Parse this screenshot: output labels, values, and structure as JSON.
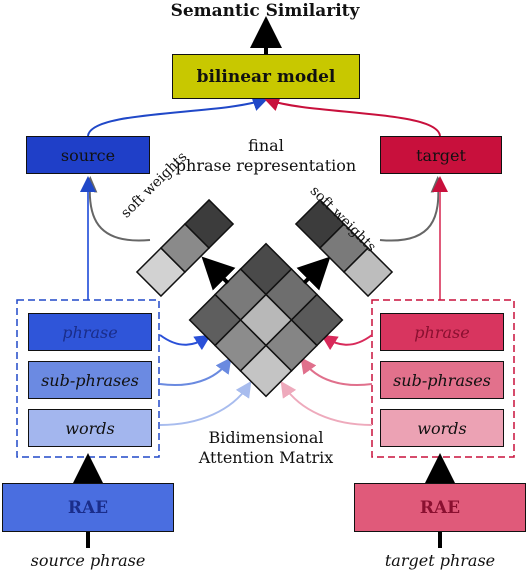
{
  "title": "Semantic Similarity",
  "bilinear": {
    "label": "bilinear model",
    "color": "#c8c800"
  },
  "source": {
    "label": "source",
    "color": "#1f3fc8"
  },
  "target": {
    "label": "target",
    "color": "#c8103c"
  },
  "final_caption": {
    "line1": "final",
    "line2": "phrase representation"
  },
  "soft_weights_left": "soft weights",
  "soft_weights_right": "soft weights",
  "left_stack": {
    "phrase": "phrase",
    "subphrases": "sub-phrases",
    "words": "words"
  },
  "right_stack": {
    "phrase": "phrase",
    "subphrases": "sub-phrases",
    "words": "words"
  },
  "matrix_caption": {
    "line1": "Bidimensional",
    "line2": "Attention Matrix"
  },
  "rae_left": {
    "label": "RAE",
    "color": "#4a6ee0"
  },
  "rae_right": {
    "label": "RAE",
    "color": "#e05a7a"
  },
  "input_left": "source phrase",
  "input_right": "target phrase"
}
